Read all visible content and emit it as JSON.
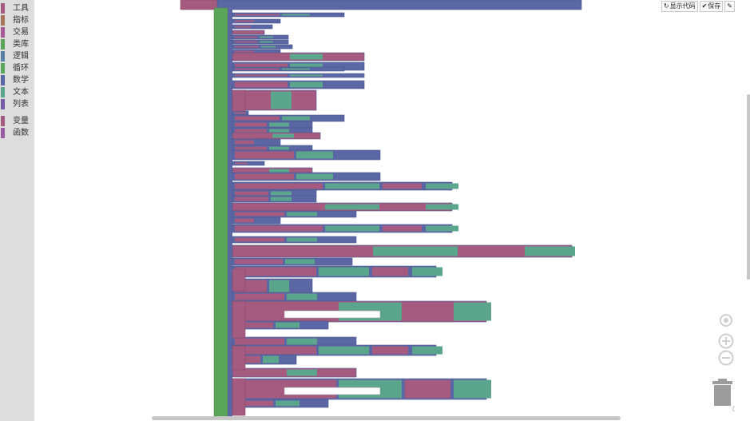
{
  "toolbox": {
    "categories": [
      {
        "label": "工具",
        "color": "#a55b80"
      },
      {
        "label": "指标",
        "color": "#a5745b"
      },
      {
        "label": "交易",
        "color": "#a55b99"
      },
      {
        "label": "类库",
        "color": "#5ba55b"
      },
      {
        "label": "逻辑",
        "color": "#5b80a5"
      },
      {
        "label": "循环",
        "color": "#5ba55b"
      },
      {
        "label": "数学",
        "color": "#5b67a5"
      },
      {
        "label": "文本",
        "color": "#5ba58c"
      },
      {
        "label": "列表",
        "color": "#745ba5"
      },
      {
        "label": "变量",
        "color": "#a55b80"
      },
      {
        "label": "函数",
        "color": "#995ba5"
      }
    ]
  },
  "toolbar": {
    "show_code_label": "显示代码",
    "show_code_icon": "refresh-icon",
    "save_label": "保存",
    "save_icon": "check-icon",
    "edit_icon": "pencil-icon"
  },
  "colors": {
    "loop": "#5ba55b",
    "math": "#5b67a5",
    "variable": "#a55b80",
    "text": "#5ba58c",
    "logic": "#5b80a5",
    "trash": "#9c9c9c",
    "zoom": "#cfcfcf"
  }
}
